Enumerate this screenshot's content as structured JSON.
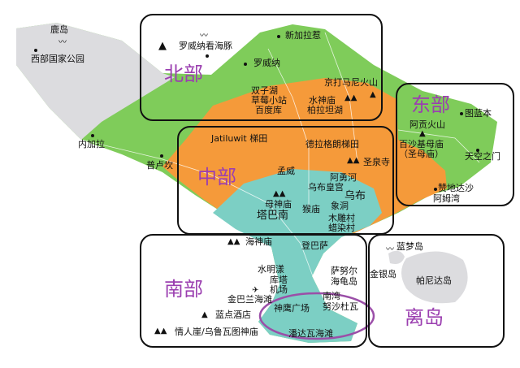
{
  "regions": {
    "north": "北部",
    "central": "中部",
    "east": "东部",
    "south": "南部",
    "islands": "离岛"
  },
  "places": {
    "deer_island": "鹿岛",
    "west_park": "西部国家公园",
    "negara": "内加拉",
    "pupuan": "普卢坎",
    "lovina_dolphin": "罗威纳看海豚",
    "singaraja": "新加拉惹",
    "lovina": "罗威纳",
    "twin_lakes": "双子湖",
    "strawberry": "草莓小站",
    "water_temple": "水神庙",
    "botanic": "百度库",
    "bratan": "柏拉坦湖",
    "batur": "京打马尼火山",
    "agung": "阿贡火山",
    "besakih": "百沙基母庙",
    "besakih_sub": "（圣母庙）",
    "tulamben": "图蓝本",
    "heaven_gate": "天空之门",
    "candidasa": "赞地达沙",
    "amed": "阿姆湾",
    "jatiluwih": "Jatiluwit 梯田",
    "tegalalang": "德拉格朗梯田",
    "tirta_empul": "圣泉寺",
    "mengwi": "孟威",
    "ayung": "阿勇河",
    "ubud_palace": "乌布皇宫",
    "ubud": "乌布",
    "taman_ayun": "母神庙",
    "monkey": "猴庙",
    "goa_gajah": "象洞",
    "tabanan": "塔巴南",
    "wood_village": "木雕村",
    "batik_village": "蜡染村",
    "tanah_lot": "海神庙",
    "denpasar": "登巴萨",
    "seminyak": "水明漾",
    "kuta": "库塔",
    "airport": "机场",
    "sanur": "萨努尔",
    "turtle": "海龟岛",
    "jimbaran": "金巴兰海滩",
    "blue_point": "蓝点酒店",
    "uluwatu": "情人崖/乌鲁瓦图神庙",
    "gwk": "神鹰广场",
    "nusa_dua": "努沙杜瓦",
    "tanjung": "南湾",
    "pandawa": "潘达瓦海滩",
    "lembongan": "蓝梦岛",
    "ceningan": "金银岛",
    "penida": "帕尼达岛"
  },
  "colors": {
    "west": "#dcdcdf",
    "north_green": "#7fcc5a",
    "central_orange": "#f59a3a",
    "south_teal": "#7ccfc4",
    "region_label": "#9b3fb0"
  }
}
